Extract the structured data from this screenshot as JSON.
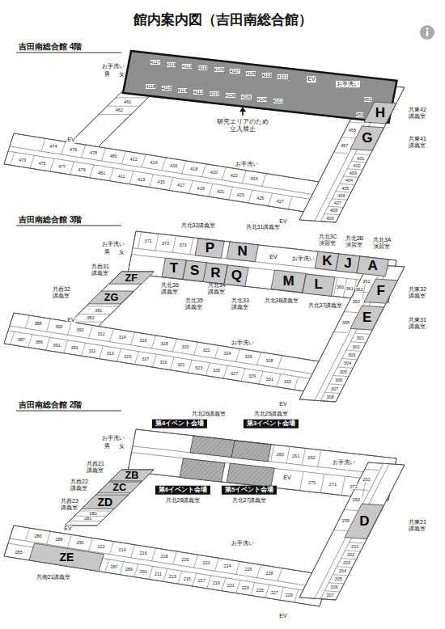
{
  "diagram": {
    "title": "館内案内図（吉田南総合館）",
    "nodes": [
      {
        "text": [
          "研究エリアのため 立入禁止"
        ]
      },
      {
        "text": [
          "H",
          "共東42 講義室"
        ]
      },
      {
        "text": [
          "G",
          "共東41 講義室"
        ]
      },
      {
        "text": [
          "P",
          "共北32講義室"
        ]
      },
      {
        "text": [
          "N",
          "共北31講義室"
        ]
      },
      {
        "text": [
          "K",
          "共北3C 演習室"
        ]
      },
      {
        "text": [
          "J",
          "共北3B 演習室"
        ]
      },
      {
        "text": [
          "A",
          "共北3A 演習室"
        ]
      },
      {
        "text": [
          "ZF",
          "共西31 講義室"
        ]
      },
      {
        "text": [
          "T",
          "共北36 講義室"
        ]
      },
      {
        "text": [
          "S",
          "共北35 講義室"
        ]
      },
      {
        "text": [
          "R",
          "共北34 講義室"
        ]
      },
      {
        "text": [
          "Q",
          "共北33 講義室"
        ]
      },
      {
        "text": [
          "M",
          "共北38講義室"
        ]
      },
      {
        "text": [
          "L",
          "共北37講義室"
        ]
      },
      {
        "text": [
          "F",
          "共東32 講義室"
        ]
      },
      {
        "text": [
          "ZG",
          "共西32 講義室"
        ]
      },
      {
        "text": [
          "E",
          "共東31 講義室"
        ]
      },
      {
        "text": [
          "第4イベント会場",
          "共北26講義室"
        ]
      },
      {
        "text": [
          "第3イベント会場",
          "共北25講義室"
        ]
      },
      {
        "text": [
          "ZB",
          "共西21 講義室"
        ]
      },
      {
        "text": [
          "第6イベント会場",
          "共北28講義室"
        ]
      },
      {
        "text": [
          "第5イベント会場",
          "共北27講義室"
        ]
      },
      {
        "text": [
          "ZC",
          "共西22 講義室"
        ]
      },
      {
        "text": [
          "ZD",
          "共西23 講義室"
        ]
      },
      {
        "text": [
          "D",
          "共東21 講義室"
        ]
      },
      {
        "text": [
          "ZE",
          "共南21講義室"
        ]
      }
    ],
    "labels": [
      "吉田南総合館 4階",
      "吉田南総合館 3階",
      "吉田南総合館 2階",
      "お手洗い",
      "お手洗い",
      "お手洗い",
      "お手洗い",
      "お手洗い",
      "お手洗い",
      "お手洗い",
      "お手洗い",
      "お手洗い",
      "EV",
      "EV",
      "EV",
      "EV",
      "EV",
      "EV",
      "EV",
      "EV",
      "EV",
      "男",
      "女",
      "男",
      "女",
      "男",
      "女",
      "4117",
      "4115",
      "4113",
      "4111",
      "4109",
      "4107",
      "4105",
      "4103",
      "4101",
      "4118",
      "4116",
      "4114",
      "4112",
      "4110",
      "4108",
      "4106",
      "4104",
      "4102",
      "473",
      "475",
      "477",
      "479",
      "481",
      "411",
      "413",
      "415",
      "417",
      "419",
      "421",
      "423",
      "425",
      "427",
      "474",
      "476",
      "478",
      "480",
      "412",
      "414",
      "416",
      "418",
      "420",
      "422",
      "424",
      "401",
      "402",
      "403",
      "404",
      "405",
      "406",
      "407",
      "408",
      "409",
      "451",
      "453",
      "455",
      "457",
      "461",
      "462",
      "387",
      "389",
      "391",
      "393",
      "311",
      "313",
      "315",
      "317",
      "319",
      "321",
      "323",
      "325",
      "327",
      "329",
      "331",
      "333",
      "388",
      "390",
      "392",
      "312",
      "314",
      "316",
      "318",
      "320",
      "322",
      "324",
      "326",
      "328",
      "301",
      "302",
      "303",
      "304",
      "305",
      "306",
      "307",
      "308",
      "351",
      "353",
      "355",
      "371",
      "372",
      "373",
      "360",
      "361",
      "362",
      "381",
      "382",
      "285",
      "287",
      "289",
      "291",
      "211",
      "213",
      "215",
      "217",
      "219",
      "221",
      "223",
      "225",
      "227",
      "229",
      "286",
      "288",
      "290",
      "212",
      "214",
      "216",
      "218",
      "220",
      "222",
      "224",
      "226",
      "228",
      "201",
      "202",
      "203",
      "204",
      "205",
      "206",
      "207",
      "251",
      "253",
      "255",
      "260",
      "261",
      "262",
      "270",
      "271",
      "272",
      "280",
      "281"
    ]
  }
}
